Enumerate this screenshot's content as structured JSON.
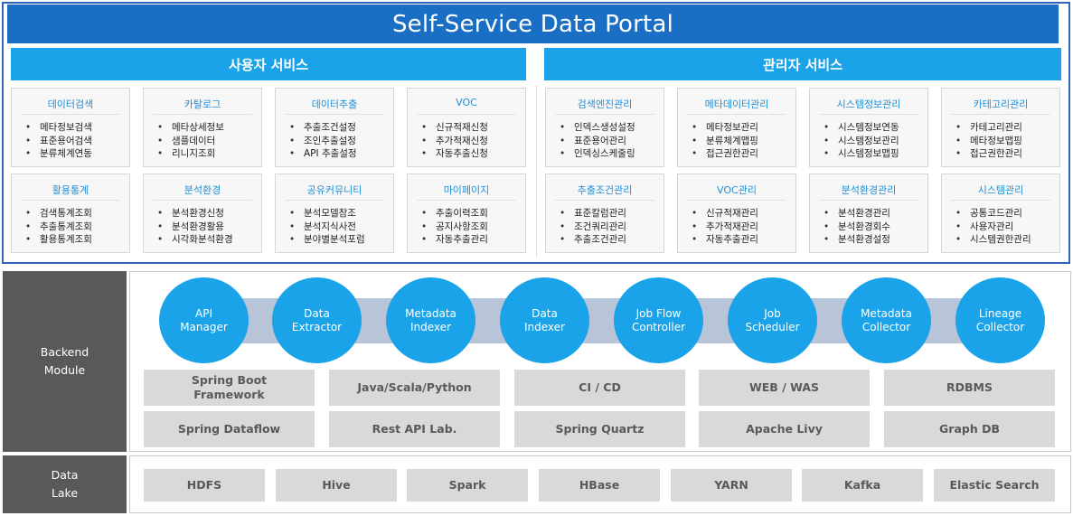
{
  "portal": {
    "title": "Self-Service Data Portal",
    "user_service": {
      "header": "사용자 서비스",
      "cards": [
        {
          "title": "데이터검색",
          "items": [
            "메타정보검색",
            "표준용어검색",
            "분류체계연동"
          ]
        },
        {
          "title": "카탈로그",
          "items": [
            "메타상세정보",
            "샘플데이터",
            "리니지조회"
          ]
        },
        {
          "title": "데이터추출",
          "items": [
            "추출조건설정",
            "조인추출설정",
            "API 추출설정"
          ]
        },
        {
          "title": "VOC",
          "items": [
            "신규적재신청",
            "추가적재신청",
            "자동추출신청"
          ]
        },
        {
          "title": "활용통계",
          "items": [
            "검색통계조회",
            "추출통계조회",
            "활용통계조회"
          ]
        },
        {
          "title": "분석환경",
          "items": [
            "분석환경신청",
            "분석환경활용",
            "시각화분석환경"
          ]
        },
        {
          "title": "공유커뮤니티",
          "items": [
            "분석모델참조",
            "분석지식사전",
            "분야별분석포럼"
          ]
        },
        {
          "title": "마이페이지",
          "items": [
            "추출이력조회",
            "공지사항조회",
            "자동추출관리"
          ]
        }
      ]
    },
    "admin_service": {
      "header": "관리자 서비스",
      "cards": [
        {
          "title": "검색엔진관리",
          "items": [
            "인덱스생성설정",
            "표준용어관리",
            "인덱싱스케줄링"
          ]
        },
        {
          "title": "메타데이터관리",
          "items": [
            "메타정보관리",
            "분류체계맵핑",
            "접근권한관리"
          ]
        },
        {
          "title": "시스템정보관리",
          "items": [
            "시스템정보연동",
            "시스템정보관리",
            "시스템정보맵핑"
          ]
        },
        {
          "title": "카테고리관리",
          "items": [
            "카테고리관리",
            "메타정보맵핑",
            "접근권한관리"
          ]
        },
        {
          "title": "추출조건관리",
          "items": [
            "표준칼럼관리",
            "조건쿼리관리",
            "추출조건관리"
          ]
        },
        {
          "title": "VOC관리",
          "items": [
            "신규적재관리",
            "추가적재관리",
            "자동추출관리"
          ]
        },
        {
          "title": "분석환경관리",
          "items": [
            "분석환경관리",
            "분석환경회수",
            "분석환경설정"
          ]
        },
        {
          "title": "시스템관리",
          "items": [
            "공통코드관리",
            "사용자관리",
            "시스템권한관리"
          ]
        }
      ]
    }
  },
  "backend": {
    "label": [
      "Backend",
      "Module"
    ],
    "modules": [
      [
        "API",
        "Manager"
      ],
      [
        "Data",
        "Extractor"
      ],
      [
        "Metadata",
        "Indexer"
      ],
      [
        "Data",
        "Indexer"
      ],
      [
        "Job Flow",
        "Controller"
      ],
      [
        "Job",
        "Scheduler"
      ],
      [
        "Metadata",
        "Collector"
      ],
      [
        "Lineage",
        "Collector"
      ]
    ],
    "tech_row1": [
      [
        "Spring Boot",
        "Framework"
      ],
      [
        "Java/Scala/Python"
      ],
      [
        "CI / CD"
      ],
      [
        "WEB / WAS"
      ],
      [
        "RDBMS"
      ]
    ],
    "tech_row2": [
      [
        "Spring Dataflow"
      ],
      [
        "Rest API Lab."
      ],
      [
        "Spring Quartz"
      ],
      [
        "Apache Livy"
      ],
      [
        "Graph DB"
      ]
    ]
  },
  "data_lake": {
    "label": [
      "Data",
      "Lake"
    ],
    "items": [
      "HDFS",
      "Hive",
      "Spark",
      "HBase",
      "YARN",
      "Kafka",
      "Elastic Search"
    ]
  }
}
